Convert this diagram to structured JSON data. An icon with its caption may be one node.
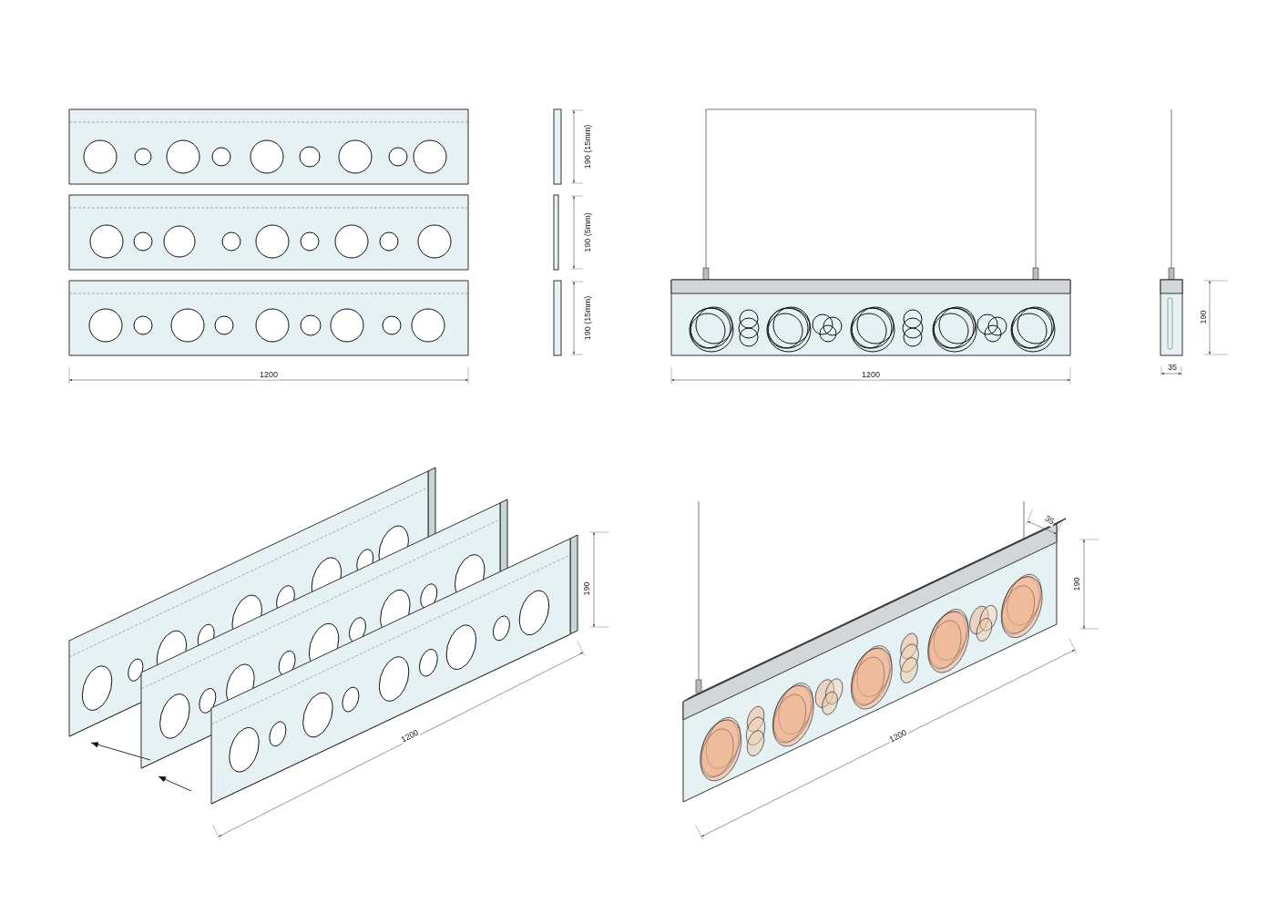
{
  "diagram": {
    "labels": [
      "190 (15mm)",
      "190 (5mm)",
      "190 (15mm)",
      "1200",
      "1200",
      "190",
      "35",
      "35",
      "190",
      "190",
      "1200",
      "1200"
    ]
  }
}
